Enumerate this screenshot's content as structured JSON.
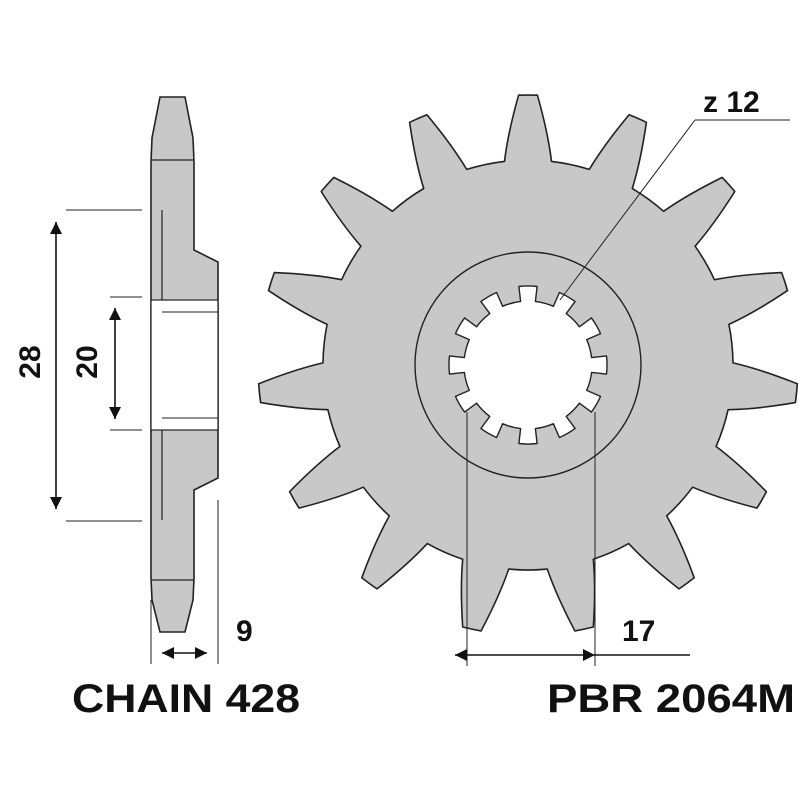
{
  "labels": {
    "teeth": "z 12",
    "outer_dim": "28",
    "inner_dim": "20",
    "thickness": "9",
    "bore": "17",
    "chain": "CHAIN 428",
    "part_number": "PBR 2064M"
  },
  "sprocket": {
    "outer_teeth": 15,
    "spline_teeth": 12
  },
  "colors": {
    "body_fill": "#c8c8c8",
    "stroke": "#222222",
    "background": "#ffffff"
  }
}
